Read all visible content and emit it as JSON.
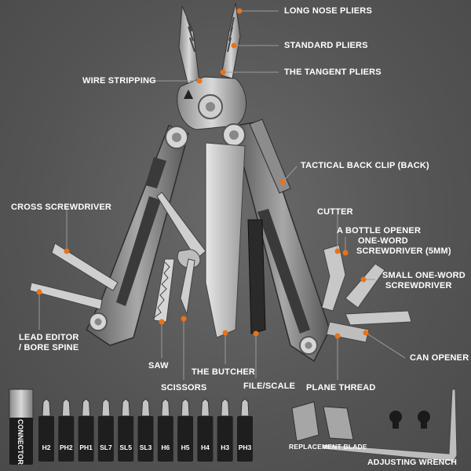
{
  "callouts": {
    "long_nose_pliers": "LONG NOSE PLIERS",
    "standard_pliers": "STANDARD PLIERS",
    "tangent_pliers": "THE TANGENT PLIERS",
    "wire_stripping": "WIRE STRIPPING",
    "tactical_back_clip": "TACTICAL BACK CLIP (BACK)",
    "cross_screwdriver": "CROSS SCREWDRIVER",
    "cutter": "CUTTER",
    "bottle_opener": "A BOTTLE OPENER",
    "one_word_screwdriver_1": "ONE-WORD",
    "one_word_screwdriver_2": "SCREWDRIVER (5MM)",
    "small_one_word_1": "SMALL ONE-WORD",
    "small_one_word_2": "SCREWDRIVER",
    "lead_editor_1": "LEAD EDITOR",
    "lead_editor_2": "/ BORE SPINE",
    "can_opener": "CAN OPENER",
    "saw": "SAW",
    "the_butcher": "THE BUTCHER",
    "file_scale": "FILE/SCALE",
    "scissors": "SCISSORS",
    "plane_thread": "PLANE THREAD",
    "replacement_blade": "REPLACEMENT BLADE",
    "adjusting_wrench": "ADJUSTING WRENCH"
  },
  "connector_label": "CONNECTOR",
  "bits": [
    "H2",
    "PH2",
    "PH1",
    "SL7",
    "SL5",
    "SL3",
    "H6",
    "H5",
    "H4",
    "H3",
    "PH3"
  ],
  "colors": {
    "accent": "#e8731a",
    "background": "#565656",
    "steel": "#b5b5b5",
    "text": "#ffffff"
  }
}
